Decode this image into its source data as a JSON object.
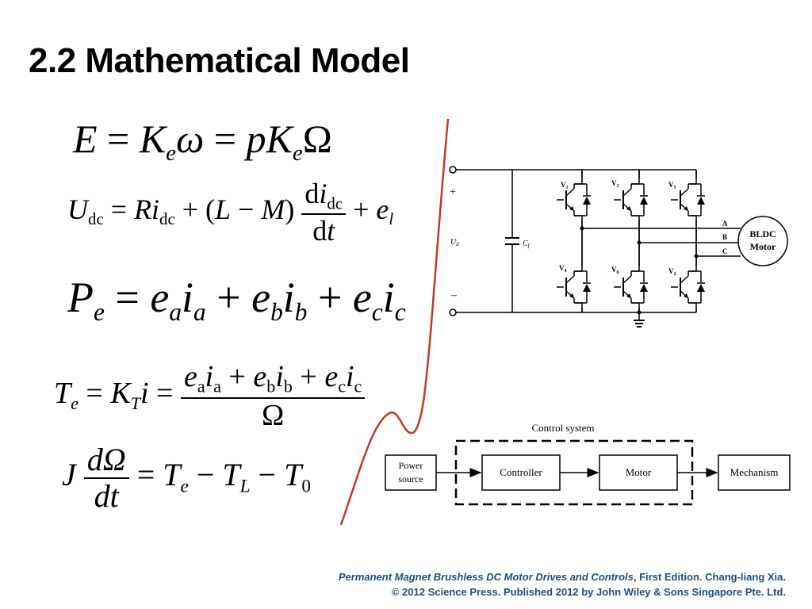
{
  "title": "2.2 Mathematical Model",
  "equations": {
    "eq1": {
      "E": "E",
      "eq": " = ",
      "K1": "K",
      "e1": "e",
      "omega": "ω",
      "eq2": " = ",
      "p": "p",
      "K2": "K",
      "e2": "e",
      "Omega": "Ω"
    },
    "eq2": {
      "U": "U",
      "dc1": "dc",
      "eq": " = ",
      "R": "R",
      "i1": "i",
      "dc2": "dc",
      "plus1": " + (",
      "L": "L",
      "minus": " − ",
      "M": "M",
      "close": ")",
      "num_d": "d",
      "num_i": "i",
      "num_dc": "dc",
      "den_d": "d",
      "den_t": "t",
      "plus2": " + ",
      "e": "e",
      "l": "l"
    },
    "eq3": {
      "P": "P",
      "Pe": "e",
      "eq": " = ",
      "e_a": "e",
      "a1": "a",
      "i_a": "i",
      "a2": "a",
      "plus1": " + ",
      "e_b": "e",
      "b1": "b",
      "i_b": "i",
      "b2": "b",
      "plus2": " + ",
      "e_c": "e",
      "c1": "c",
      "i_c": "i",
      "c2": "c"
    },
    "eq4": {
      "T": "T",
      "Te": "e",
      "eq1": " = ",
      "K": "K",
      "KT": "T",
      "i": "i",
      "eq2": " = ",
      "num": {
        "e_a": "e",
        "a1": "a",
        "i_a": "i",
        "a2": "a",
        "plus1": " + ",
        "e_b": "e",
        "b1": "b",
        "i_b": "i",
        "b2": "b",
        "plus2": " + ",
        "e_c": "e",
        "c1": "c",
        "i_c": "i",
        "c2": "c"
      },
      "den": "Ω"
    },
    "eq5": {
      "J": "J",
      "num": "dΩ",
      "den_d": "d",
      "den_t": "t",
      "eq": " = ",
      "T1": "T",
      "e": "e",
      "minus1": " − ",
      "T2": "T",
      "L": "L",
      "minus2": " − ",
      "T3": "T",
      "zero": "0"
    }
  },
  "circuit": {
    "plus": "+",
    "minus": "–",
    "ud": "U",
    "ud_sub": "d",
    "cap": "C",
    "cap_sub": "f",
    "switches": [
      {
        "label": "V",
        "sub": "1"
      },
      {
        "label": "V",
        "sub": "3"
      },
      {
        "label": "V",
        "sub": "5"
      },
      {
        "label": "V",
        "sub": "4"
      },
      {
        "label": "V",
        "sub": "6"
      },
      {
        "label": "V",
        "sub": "2"
      }
    ],
    "phases": [
      "A",
      "B",
      "C"
    ],
    "motor_line1": "BLDC",
    "motor_line2": "Motor"
  },
  "block_diagram": {
    "group_label": "Control system",
    "power_line1": "Power",
    "power_line2": "source",
    "controller": "Controller",
    "motor": "Motor",
    "mechanism": "Mechanism"
  },
  "footer": {
    "book_title": "Permanent Magnet Brushless DC Motor Drives and Controls",
    "rest": ", First Edition. Chang-liang Xia.",
    "line2": "© 2012 Science Press. Published 2012 by John Wiley & Sons Singapore Pte. Ltd."
  },
  "colors": {
    "curve": "#c0392b",
    "footer_text": "#1f4e79"
  }
}
